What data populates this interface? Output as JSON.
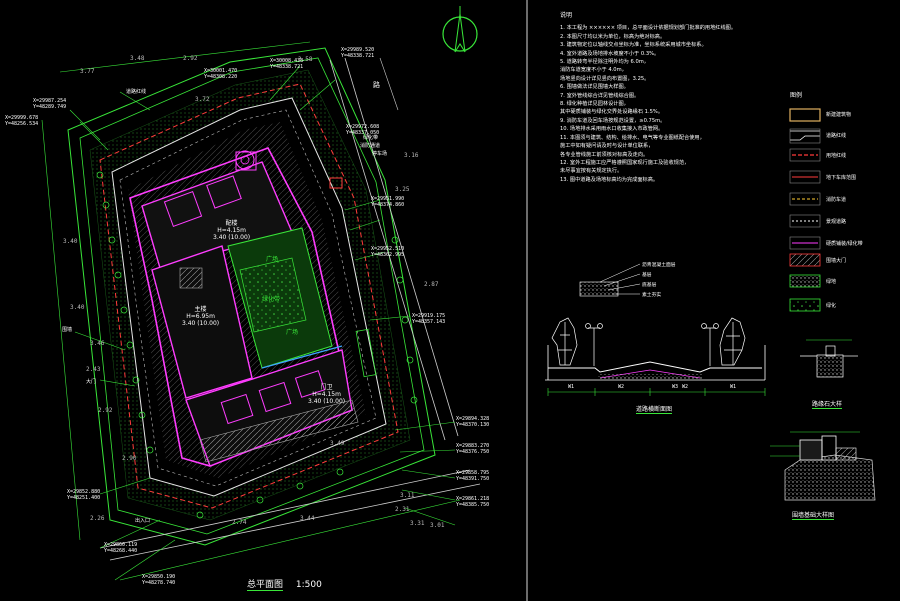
{
  "plan": {
    "title": "总平面图",
    "scale": "1:500",
    "coordinates": [
      {
        "x": "X=29987.254",
        "y": "Y=48289.749"
      },
      {
        "x": "X=29999.678",
        "y": "Y=48256.534"
      },
      {
        "x": "X=30008.438",
        "y": "Y=48338.721"
      },
      {
        "x": "X=30001.470",
        "y": "Y=48308.220"
      },
      {
        "x": "X=29989.520",
        "y": "Y=48338.721"
      },
      {
        "x": "X=29972.608",
        "y": "Y=48337.050"
      },
      {
        "x": "X=29951.990",
        "y": "Y=48374.860"
      },
      {
        "x": "X=29952.510",
        "y": "Y=48362.995"
      },
      {
        "x": "X=29919.175",
        "y": "Y=48357.143"
      },
      {
        "x": "X=29894.328",
        "y": "Y=48370.130"
      },
      {
        "x": "X=29883.270",
        "y": "Y=48376.750"
      },
      {
        "x": "X=29858.795",
        "y": "Y=48391.750"
      },
      {
        "x": "X=29861.218",
        "y": "Y=48385.750"
      },
      {
        "x": "X=29852.880",
        "y": "Y=48251.400"
      },
      {
        "x": "X=29860.119",
        "y": "Y=48268.440"
      },
      {
        "x": "X=29850.190",
        "y": "Y=48278.740"
      }
    ],
    "elevations": [
      "3.77",
      "3.48",
      "2.92",
      "3.58",
      "3.40",
      "3.40",
      "3.72",
      "3.25",
      "3.16",
      "2.87",
      "2.92",
      "3.46",
      "3.01",
      "2.90",
      "2.31",
      "2.26",
      "2.74",
      "3.11",
      "3.49",
      "3.31",
      "3.44",
      "2.43"
    ],
    "building_labels": [
      "配楼",
      "H=4.15m",
      "3.40 (10.00)",
      "主楼",
      "H=6.95m",
      "3.40 (10.00)",
      "门卫",
      "H=4.15m",
      "3.40 (10.00)"
    ],
    "green_labels": [
      "广场",
      "绿化带",
      "广场"
    ],
    "callouts": [
      "道路红线",
      "绿化带",
      "围墙",
      "大门",
      "消防通道",
      "出入口",
      "停车场"
    ],
    "street_label": "路"
  },
  "notes": {
    "title": "说明",
    "items": [
      "1. 本工程为 ×××××× 项目，总平面设计依据规划部门批准的用地红线图。",
      "2. 本图尺寸均以米为单位，标高为绝对标高。",
      "3. 建筑物定位以轴线交点坐标为准，坐标系统采用城市坐标系。",
      "4. 室外道路及场地排水坡度不小于 0.3%。",
      "5. 道路转弯半径除注明外均为 6.0m，",
      "   消防车道宽度不小于 4.0m，",
      "   场地竖向设计详见竖向布置图，3.25。",
      "6. 围墙做法详见围墙大样图。",
      "7. 室外管线综合详见管线综合图。",
      "8. 绿化种植详见园林设计图，",
      "   其中硬质铺装与绿化交界处设路缘石 1.5%。",
      "9. 消防车道及回车场按规范设置，≥0.75m。",
      "10. 场地排水采用雨水口收集接入市政管网。",
      "11. 本图须与建筑、结构、给排水、电气等专业图纸配合使用，",
      "    施工中如有疑问请及时与设计单位联系，",
      "    各专业管线施工前须核对标高及走向。",
      "12. 室外工程施工应严格遵照国家现行施工及验收规范，",
      "    未尽事宜按有关规定执行。",
      "13. 图中道路及场地标高均为完成面标高。"
    ]
  },
  "legend": {
    "title": "图例",
    "items": [
      "新建建筑物",
      "道路红线",
      "用地红线",
      "地下车库范围",
      "消防车道",
      "景观道路",
      "硬质铺装/绿化带",
      "围墙大门",
      "绿地",
      "绿化"
    ]
  },
  "details": {
    "road_section_label": "道路横断面图",
    "road_layers": [
      "沥青混凝土面层",
      "基层",
      "底基层",
      "素土夯实"
    ],
    "section_dims": [
      "W1",
      "W2",
      "W3",
      "W2",
      "W1"
    ],
    "wall_detail_label": "路缘石大样",
    "fence_detail_label": "围墙基础大样图"
  }
}
